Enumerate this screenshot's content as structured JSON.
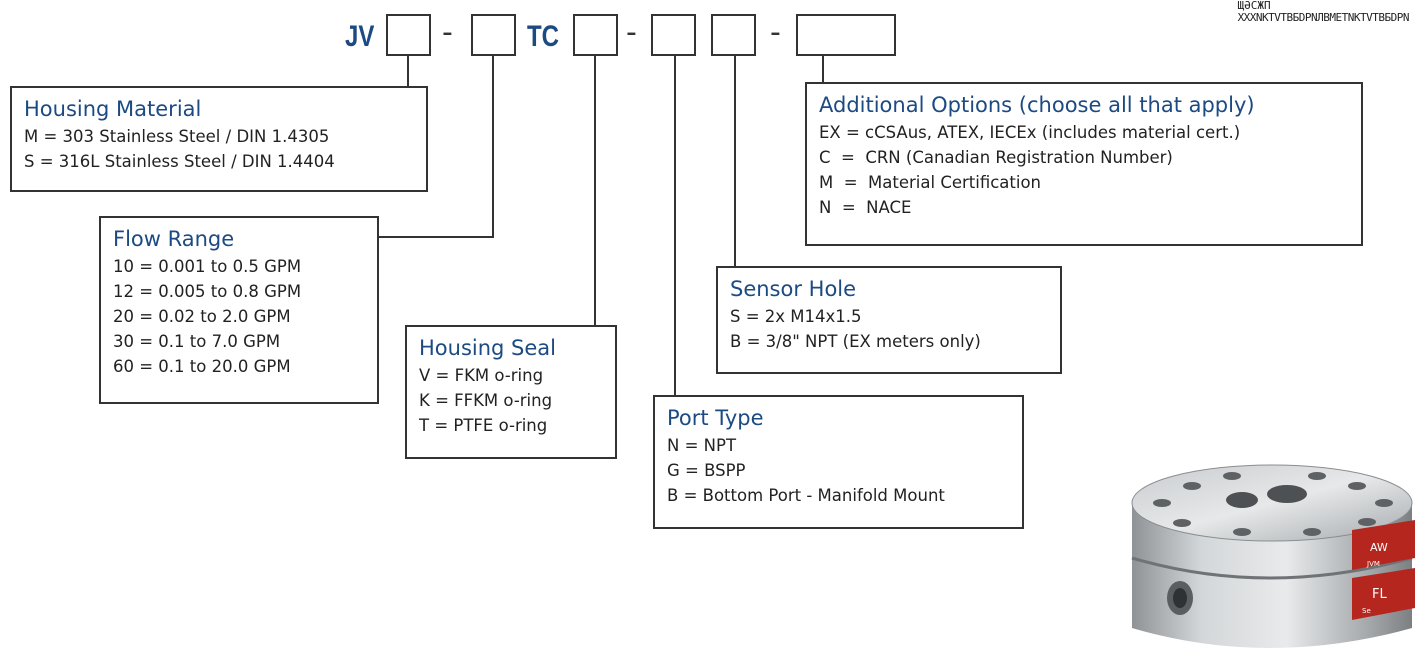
{
  "code": {
    "prefix": "JV",
    "middle": "TC",
    "dash": "-"
  },
  "watermark": {
    "line1": "ЩӘСЖП",
    "line2": "ХХХNКТVТВБDРNЛВMЕТNКТVТВБDРN"
  },
  "housing_material": {
    "title": "Housing Material",
    "options": [
      "M = 303 Stainless Steel / DIN 1.4305",
      "S = 316L Stainless Steel / DIN 1.4404"
    ]
  },
  "flow_range": {
    "title": "Flow Range",
    "options": [
      "10 = 0.001 to 0.5 GPM",
      "12 = 0.005 to 0.8 GPM",
      "20 = 0.02 to 2.0 GPM",
      "30 = 0.1 to 7.0 GPM",
      "60 = 0.1 to 20.0 GPM"
    ]
  },
  "housing_seal": {
    "title": "Housing Seal",
    "options": [
      "V = FKM o-ring",
      "K = FFKM o-ring",
      "T = PTFE o-ring"
    ]
  },
  "port_type": {
    "title": "Port Type",
    "options": [
      "N = NPT",
      "G = BSPP",
      "B = Bottom Port - Manifold Mount"
    ]
  },
  "sensor_hole": {
    "title": "Sensor Hole",
    "options": [
      "S = 2x M14x1.5",
      "B = 3/8\" NPT (EX meters only)"
    ]
  },
  "additional_options": {
    "title": "Additional Options (choose all that apply)",
    "options": [
      "EX = cCSAus, ATEX, IECEx (includes material cert.)",
      "C  =  CRN (Canadian Registration Number)",
      "M  =  Material Certification",
      "N  =  NACE"
    ]
  },
  "colors": {
    "accent": "#1c4a82",
    "line": "#333333",
    "steel": "#b9bcbe",
    "label_red": "#b5261e"
  },
  "product_image": {
    "icon": "flow-meter-photo",
    "label_top": "AW",
    "label_top_sub": "JVM",
    "label_bottom": "FL",
    "label_bottom_sub": "Se"
  }
}
